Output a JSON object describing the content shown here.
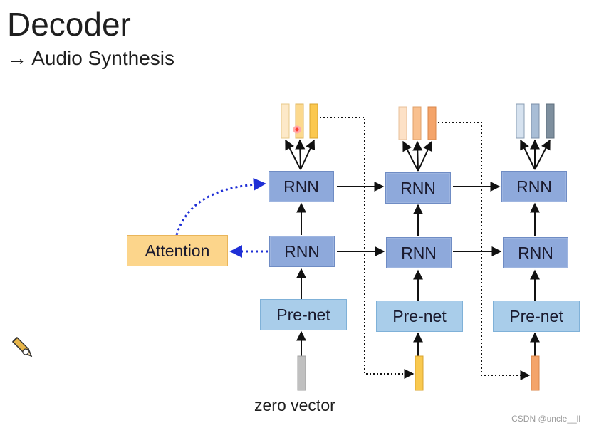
{
  "slide": {
    "title": "Decoder",
    "subtitle": "→ Audio Synthesis"
  },
  "diagram": {
    "attention_label": "Attention",
    "rnn_label": "RNN",
    "prenet_label": "Pre-net",
    "zero_vector_label": "zero vector",
    "colors": {
      "rnn": "#8ea9db",
      "prenet": "#a9cdea",
      "attention": "#fcd58b",
      "attention_arrow": "#1f2fd6",
      "output_step1": [
        "#fde9c8",
        "#fcd98e",
        "#fbc84f"
      ],
      "output_step2": [
        "#fde1c6",
        "#f9c08e",
        "#f4a46a"
      ],
      "output_step3": [
        "#d6e2ef",
        "#a8bdd6",
        "#7e8f9e"
      ],
      "input_zero": "#c0c0c0",
      "input_step2": "#f9c94f",
      "input_step3": "#f4a46a"
    }
  },
  "watermark": "CSDN @uncle__ll"
}
